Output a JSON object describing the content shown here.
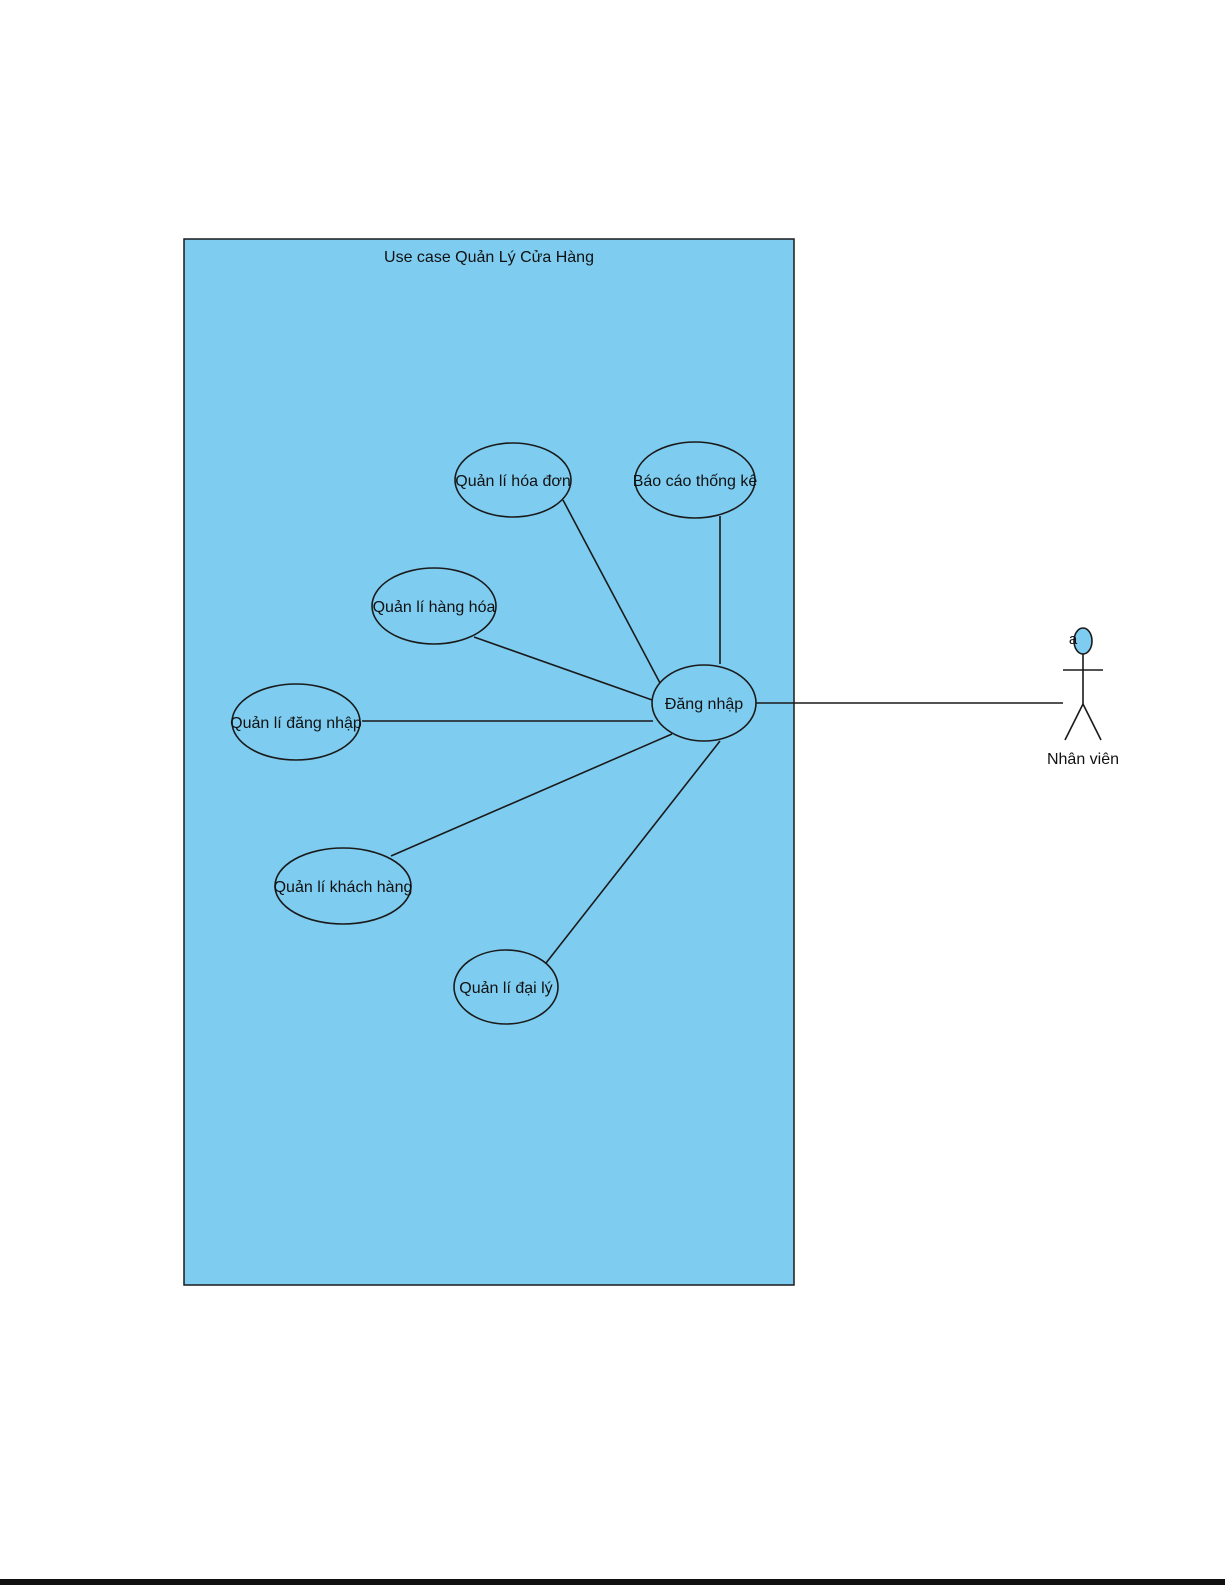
{
  "diagram": {
    "system_title": "Use case Quản Lý Cửa Hàng",
    "colors": {
      "system_fill": "#7ecdf1",
      "stroke": "#1a1a1a",
      "text": "#111111",
      "background": "#ffffff"
    },
    "use_cases": [
      {
        "id": "uc_hoadon",
        "label": "Quản lí hóa đơn"
      },
      {
        "id": "uc_baocao",
        "label": "Báo cáo thống kê"
      },
      {
        "id": "uc_hanghoa",
        "label": "Quản lí hàng hóa"
      },
      {
        "id": "uc_dangnhap_mgmt",
        "label": "Quản lí đăng nhập"
      },
      {
        "id": "uc_login",
        "label": "Đăng nhập"
      },
      {
        "id": "uc_khachhang",
        "label": "Quản lí khách hàng"
      },
      {
        "id": "uc_daily",
        "label": "Quản lí đại lý"
      }
    ],
    "actor": {
      "label": "Nhân viên",
      "head_mark": "a",
      "icon": "stick-figure-actor-icon"
    },
    "associations": [
      {
        "from": "uc_login",
        "to": "uc_hoadon"
      },
      {
        "from": "uc_login",
        "to": "uc_baocao"
      },
      {
        "from": "uc_login",
        "to": "uc_hanghoa"
      },
      {
        "from": "uc_login",
        "to": "uc_dangnhap_mgmt"
      },
      {
        "from": "uc_login",
        "to": "uc_khachhang"
      },
      {
        "from": "uc_login",
        "to": "uc_daily"
      },
      {
        "from": "uc_login",
        "to": "actor"
      }
    ]
  }
}
